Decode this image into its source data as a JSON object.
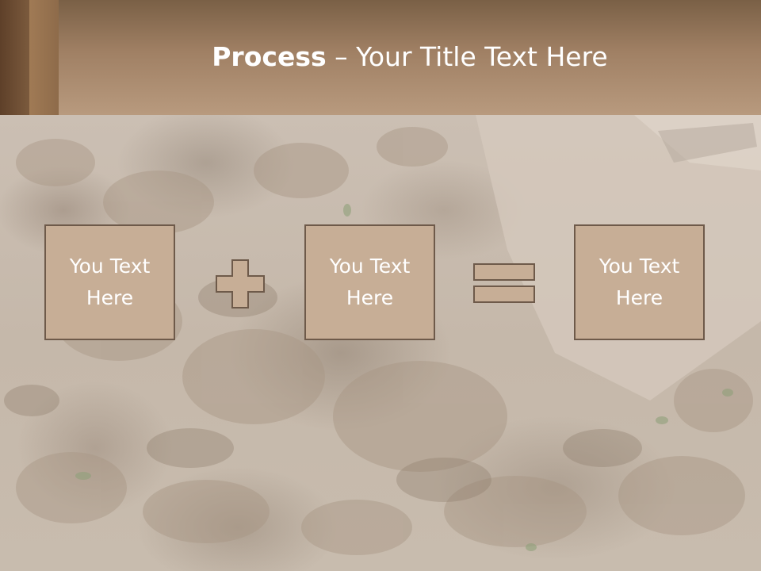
{
  "slide": {
    "title_strong": "Process",
    "title_rest": " – Your Title Text Here",
    "boxes": [
      {
        "text": "You Text\nHere"
      },
      {
        "text": "You Text\nHere"
      },
      {
        "text": "You Text\nHere"
      }
    ],
    "operators": [
      {
        "icon": "plus-icon"
      },
      {
        "icon": "equals-icon"
      }
    ],
    "background_image": "soil-with-shovel-photo",
    "colors": {
      "header": "#a08064",
      "box_fill": "#c7ae96",
      "box_border": "#6e5a4a",
      "text": "#ffffff"
    }
  }
}
